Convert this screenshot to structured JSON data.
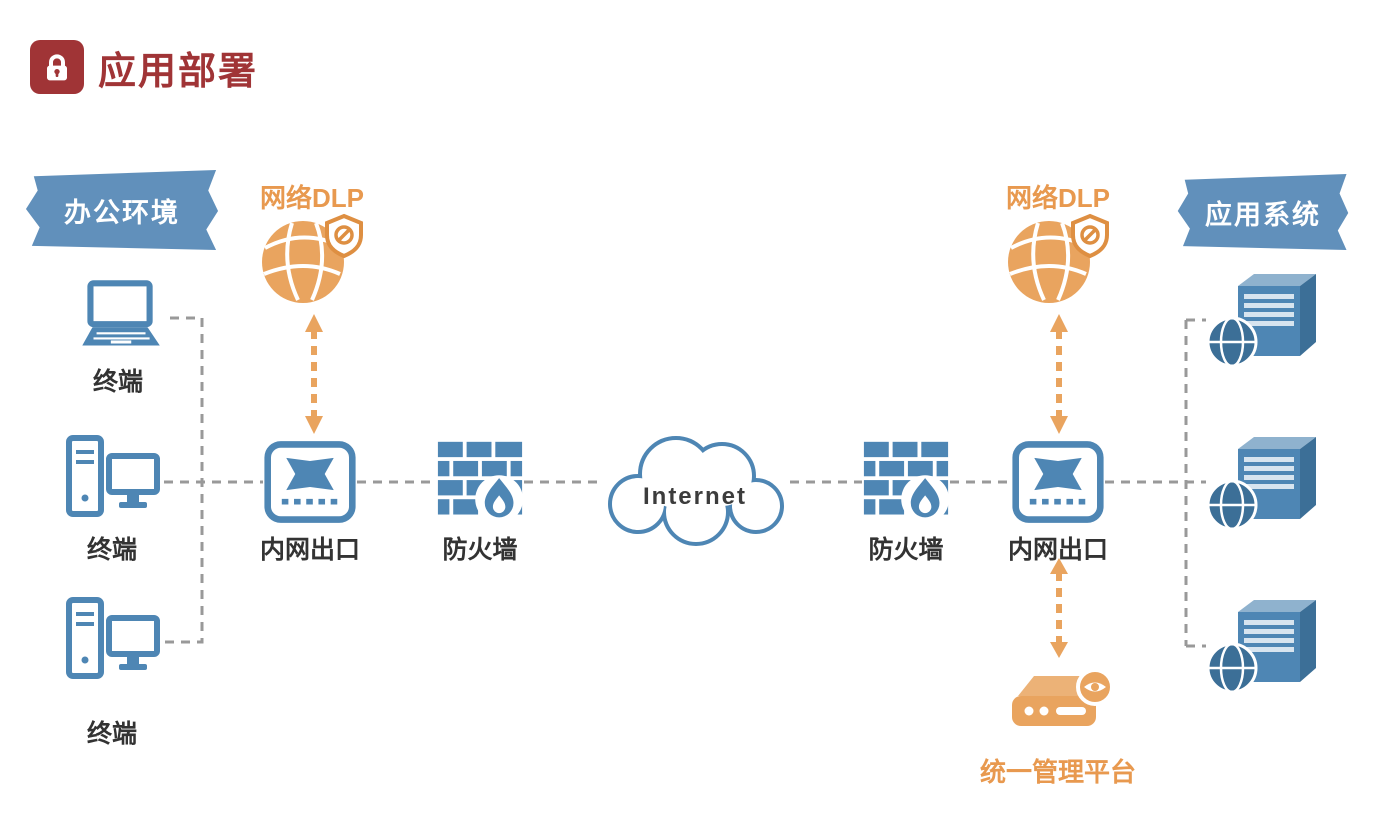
{
  "header": {
    "title": "应用部署"
  },
  "diagram": {
    "office_zone": {
      "banner": "办公环境",
      "terminals": [
        {
          "label": "终端"
        },
        {
          "label": "终端"
        },
        {
          "label": "终端"
        }
      ]
    },
    "app_zone": {
      "banner": "应用系统"
    },
    "dlp_left": {
      "label": "网络DLP"
    },
    "dlp_right": {
      "label": "网络DLP"
    },
    "switch_left": {
      "label": "内网出口"
    },
    "switch_right": {
      "label": "内网出口"
    },
    "firewall_left": {
      "label": "防火墙"
    },
    "firewall_right": {
      "label": "防火墙"
    },
    "internet": {
      "label": "Internet"
    },
    "management": {
      "label": "统一管理平台"
    }
  },
  "colors": {
    "title_red": "#A03436",
    "node_blue": "#4E86B4",
    "accent_orange": "#E9A45F",
    "connector_gray": "#999999"
  }
}
